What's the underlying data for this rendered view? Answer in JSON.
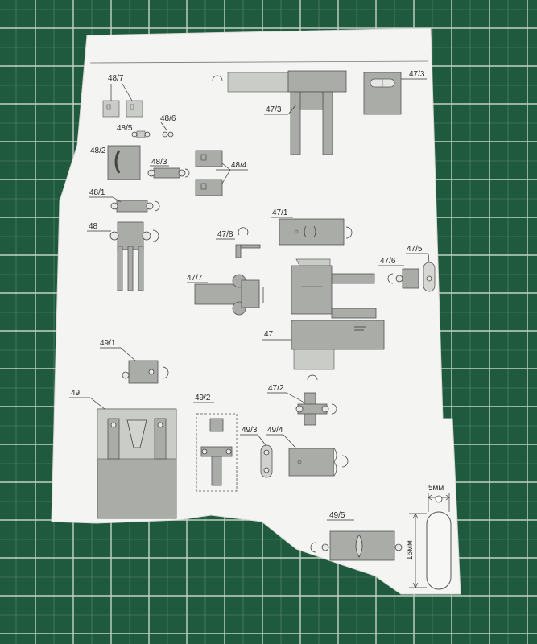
{
  "labels": {
    "l48_7": "48/7",
    "l48_5": "48/5",
    "l48_6": "48/6",
    "l48_2": "48/2",
    "l48_3": "48/3",
    "l48_4": "48/4",
    "l48_1": "48/1",
    "l48": "48",
    "l47_3a": "47/3",
    "l47_3b": "47/3",
    "l47_1": "47/1",
    "l47_8": "47/8",
    "l47_6": "47/6",
    "l47_5": "47/5",
    "l47_7": "47/7",
    "l47": "47",
    "l47_2": "47/2",
    "l49_1": "49/1",
    "l49": "49",
    "l49_2": "49/2",
    "l49_3": "49/3",
    "l49_4": "49/4",
    "l49_5": "49/5"
  },
  "dimensions": {
    "width": "5мм",
    "height": "16мм"
  },
  "colors": {
    "mat": "#1f5a3e",
    "grid": "#dfe7df",
    "paper": "#f4f4f2",
    "part": "#a9aca7"
  }
}
